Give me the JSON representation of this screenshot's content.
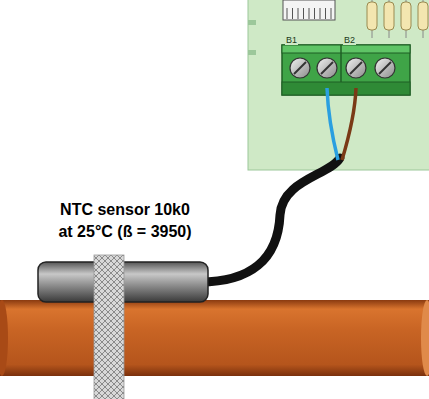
{
  "diagram": {
    "labels": [
      "NTC sensor 10k0 at 25°C (ß = 3950)",
      "B1",
      "B2"
    ]
  }
}
